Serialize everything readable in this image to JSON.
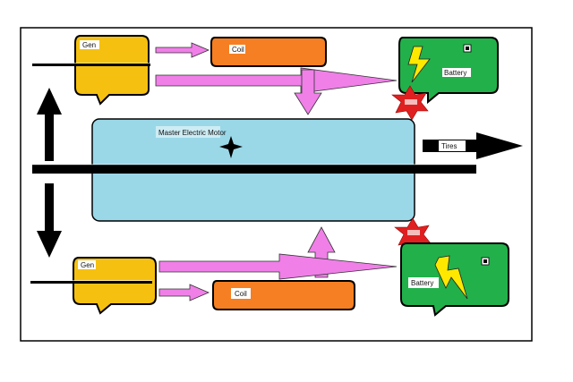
{
  "motor": {
    "label": "Master Electric Motor"
  },
  "tires": {
    "label": "Tires"
  },
  "generators": {
    "top": "Gen",
    "bottom": "Gen"
  },
  "coils": {
    "top": "Coil",
    "bottom": "Coil"
  },
  "batteries": {
    "top": "Battery",
    "bottom": "Battery"
  },
  "colors": {
    "generator": "#F5C010",
    "coil": "#F57F22",
    "battery": "#22B04A",
    "motor": "#9AD8E8",
    "flow_arrow": "#F07FE8",
    "spark": "#E02020",
    "shaft": "#000000"
  },
  "icons": [
    "lightning-bolt-icon",
    "spark-burst-icon",
    "four-point-star-icon"
  ]
}
